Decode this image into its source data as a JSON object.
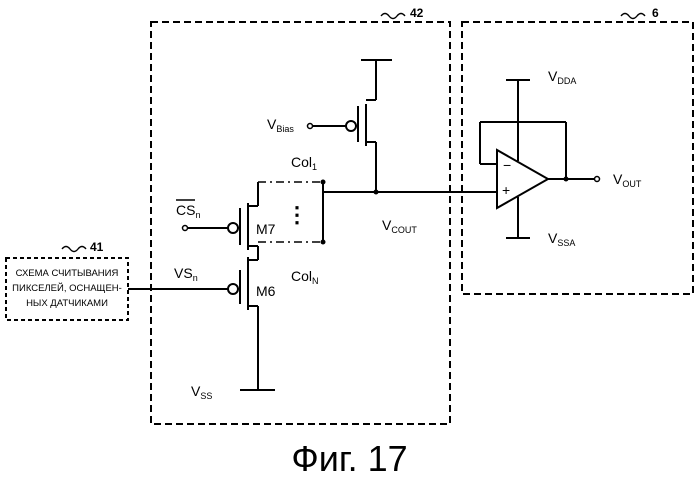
{
  "blocks": {
    "block41": {
      "ref": "41",
      "lines": [
        "СХЕМА СЧИТЫВАНИЯ",
        "ПИКСЕЛЕЙ, ОСНАЩЕН-",
        "НЫХ ДАТЧИКАМИ"
      ]
    },
    "block42": {
      "ref": "42"
    },
    "block6": {
      "ref": "6"
    }
  },
  "labels": {
    "vbias": {
      "base": "V",
      "sub": "Bias"
    },
    "cs": {
      "base": "CS",
      "sub": "n"
    },
    "vs": {
      "base": "VS",
      "sub": "n"
    },
    "m7": "M7",
    "m6": "M6",
    "col1": {
      "base": "Col",
      "sub": "1"
    },
    "coln": {
      "base": "Col",
      "sub": "N"
    },
    "vcout": {
      "base": "V",
      "sub": "COUT"
    },
    "vss": {
      "base": "V",
      "sub": "SS"
    },
    "vdda": {
      "base": "V",
      "sub": "DDA"
    },
    "vssa": {
      "base": "V",
      "sub": "SSA"
    },
    "vout": {
      "base": "V",
      "sub": "OUT"
    },
    "opamp_minus": "−",
    "opamp_plus": "+",
    "dots": "⋮"
  },
  "caption": "Фиг. 17"
}
